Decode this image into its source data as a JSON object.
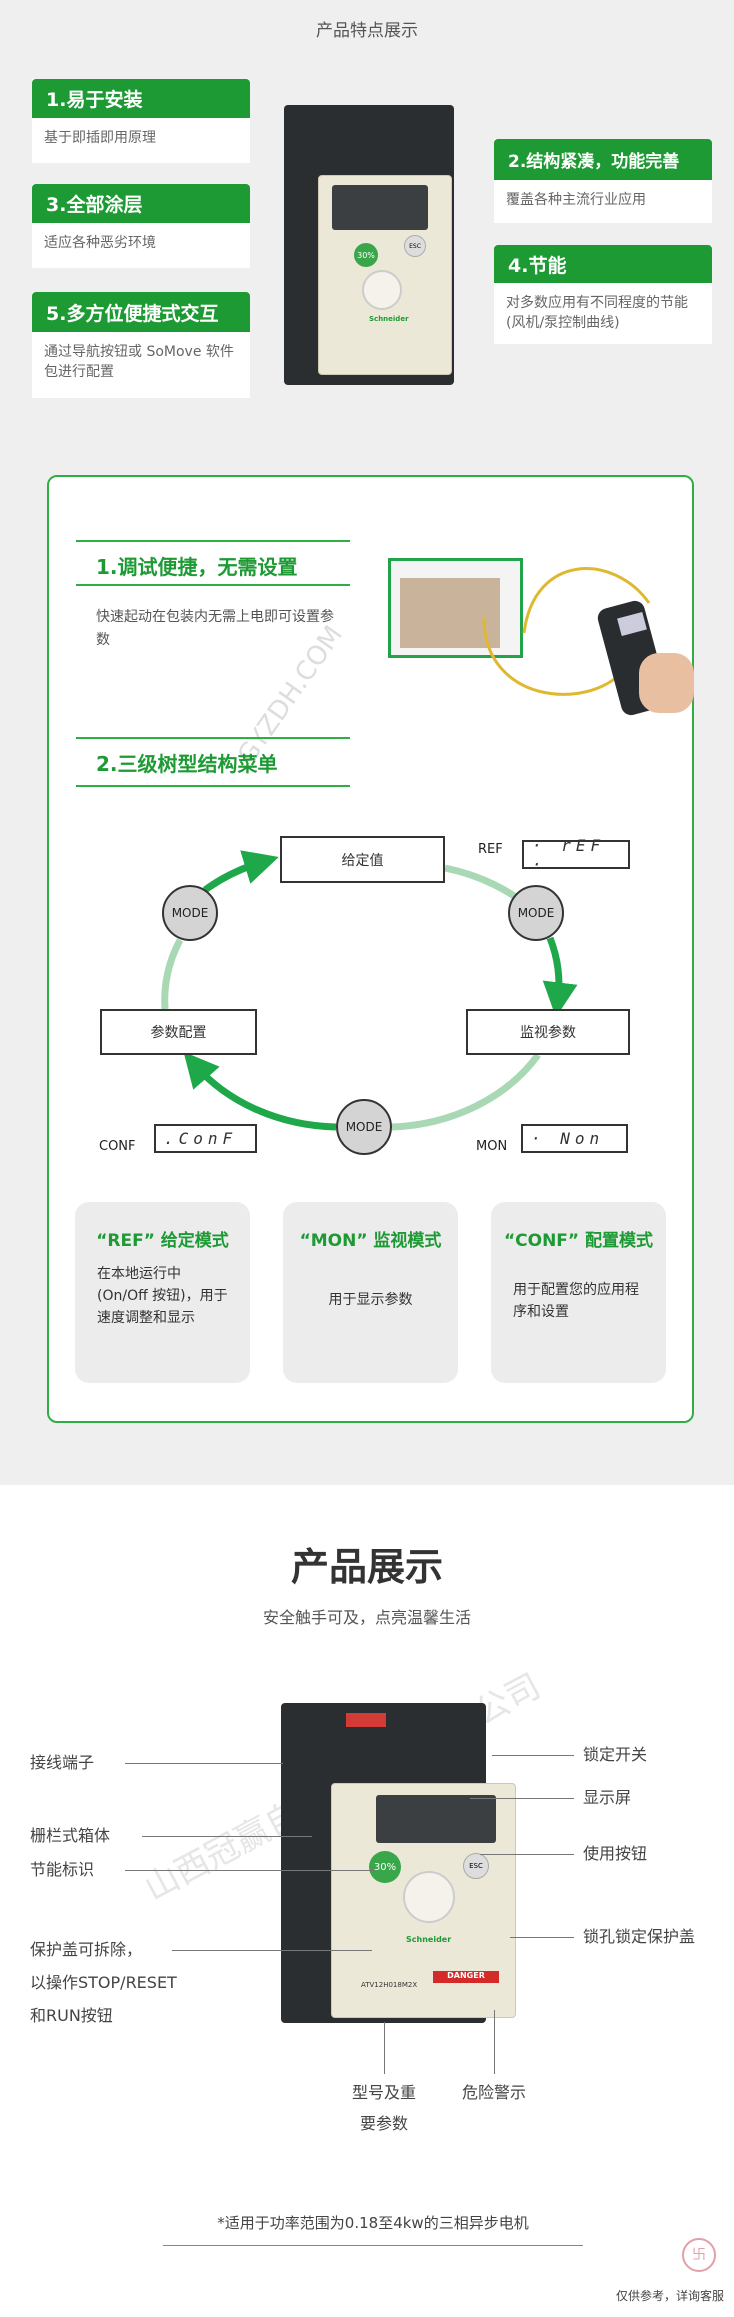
{
  "features": {
    "title": "产品特点展示",
    "items": [
      {
        "title": "1.易于安装",
        "desc": "基于即插即用原理"
      },
      {
        "title": "2.结构紧凑，功能完善",
        "desc": "覆盖各种主流行业应用"
      },
      {
        "title": "3.全部涂层",
        "desc": "适应各种恶劣环境"
      },
      {
        "title": "4.节能",
        "desc": "对多数应用有不同程度的节能 (风机/泵控制曲线)"
      },
      {
        "title": "5.多方位便捷式交互",
        "desc": "通过导航按钮或 SoMove 软件包进行配置"
      }
    ],
    "product": {
      "brand": "Schneider",
      "badge": "30%",
      "esc": "ESC"
    }
  },
  "debug": {
    "heading1": "1.调试便捷，无需设置",
    "desc1": "快速起动在包装内无需上电即可设置参数",
    "heading2": "2.三级树型结构菜单",
    "watermark": "GYZDH.COM"
  },
  "menu": {
    "setpoint": "给定值",
    "monitor": "监视参数",
    "config": "参数配置",
    "mode_label": "MODE",
    "ref_label": "REF",
    "ref_display": "· rEF ·",
    "mon_label": "MON",
    "mon_display": "· Non",
    "conf_label": "CONF",
    "conf_display": ".ConF"
  },
  "modes": [
    {
      "title": "“REF” 给定模式",
      "desc": "在本地运行中 (On/Off 按钮)，用于速度调整和显示"
    },
    {
      "title": "“MON” 监视模式",
      "desc": "用于显示参数"
    },
    {
      "title": "“CONF” 配置模式",
      "desc": "用于配置您的应用程序和设置"
    }
  ],
  "showcase": {
    "title": "产品展示",
    "subtitle": "安全触手可及，点亮温馨生活",
    "watermark": "山西冠赢自动化科技有限公司",
    "left_labels": [
      "接线端子",
      "栅栏式箱体",
      "节能标识",
      "保护盖可拆除，",
      "以操作STOP/RESET",
      "和RUN按钮"
    ],
    "right_labels": [
      "锁定开关",
      "显示屏",
      "使用按钮",
      "锁孔锁定保护盖"
    ],
    "bottom_labels": {
      "model_1": "型号及重",
      "model_2": "要参数",
      "danger": "危险警示"
    },
    "device": {
      "model": "ATV12H018M2X",
      "danger": "DANGER"
    },
    "footnote": "*适用于功率范围为0.18至4kw的三相异步电机",
    "disclaimer": "仅供参考，详询客服"
  },
  "colors": {
    "green": "#1e9a35",
    "accent_border": "#2fae45",
    "gray_bg": "#efefef"
  }
}
